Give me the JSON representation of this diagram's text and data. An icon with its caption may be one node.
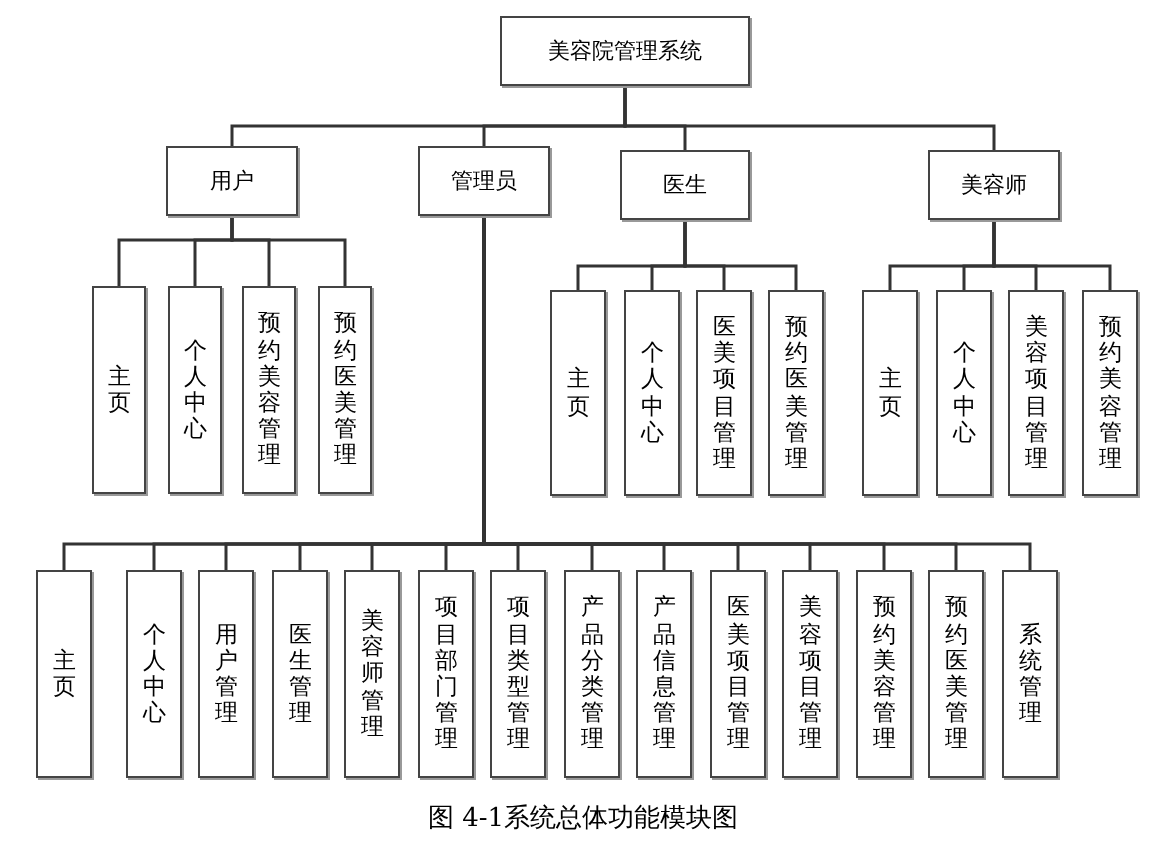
{
  "diagram": {
    "caption": "图 4-1系统总体功能模块图",
    "nodes": [
      {
        "text": [
          "美容院管理系统"
        ]
      },
      {
        "text": [
          "用户"
        ]
      },
      {
        "text": [
          "管理员"
        ]
      },
      {
        "text": [
          "医生"
        ]
      },
      {
        "text": [
          "美容师"
        ]
      },
      {
        "text": [
          "主页"
        ]
      },
      {
        "text": [
          "个人中心"
        ]
      },
      {
        "text": [
          "预约美容管理"
        ]
      },
      {
        "text": [
          "预约医美管理"
        ]
      },
      {
        "text": [
          "主页"
        ]
      },
      {
        "text": [
          "个人中心"
        ]
      },
      {
        "text": [
          "医美项目管理"
        ]
      },
      {
        "text": [
          "预约医美管理"
        ]
      },
      {
        "text": [
          "主页"
        ]
      },
      {
        "text": [
          "个人中心"
        ]
      },
      {
        "text": [
          "美容项目管理"
        ]
      },
      {
        "text": [
          "预约美容管理"
        ]
      },
      {
        "text": [
          "主页"
        ]
      },
      {
        "text": [
          "个人中心"
        ]
      },
      {
        "text": [
          "用户管理"
        ]
      },
      {
        "text": [
          "医生管理"
        ]
      },
      {
        "text": [
          "美容师管理"
        ]
      },
      {
        "text": [
          "项目部门管理"
        ]
      },
      {
        "text": [
          "项目类型管理"
        ]
      },
      {
        "text": [
          "产品分类管理"
        ]
      },
      {
        "text": [
          "产品信息管理"
        ]
      },
      {
        "text": [
          "医美项目管理"
        ]
      },
      {
        "text": [
          "美容项目管理"
        ]
      },
      {
        "text": [
          "预约美容管理"
        ]
      },
      {
        "text": [
          "预约医美管理"
        ]
      },
      {
        "text": [
          "系统管理"
        ]
      }
    ],
    "edges": [
      {
        "from": 0,
        "to": 1,
        "arrow": "none"
      },
      {
        "from": 0,
        "to": 2,
        "arrow": "none"
      },
      {
        "from": 0,
        "to": 3,
        "arrow": "none"
      },
      {
        "from": 0,
        "to": 4,
        "arrow": "none"
      },
      {
        "from": 1,
        "to": 5,
        "arrow": "none"
      },
      {
        "from": 1,
        "to": 6,
        "arrow": "none"
      },
      {
        "from": 1,
        "to": 7,
        "arrow": "none"
      },
      {
        "from": 1,
        "to": 8,
        "arrow": "none"
      },
      {
        "from": 3,
        "to": 9,
        "arrow": "none"
      },
      {
        "from": 3,
        "to": 10,
        "arrow": "none"
      },
      {
        "from": 3,
        "to": 11,
        "arrow": "none"
      },
      {
        "from": 3,
        "to": 12,
        "arrow": "none"
      },
      {
        "from": 4,
        "to": 13,
        "arrow": "none"
      },
      {
        "from": 4,
        "to": 14,
        "arrow": "none"
      },
      {
        "from": 4,
        "to": 15,
        "arrow": "none"
      },
      {
        "from": 4,
        "to": 16,
        "arrow": "none"
      },
      {
        "from": 2,
        "to": 17,
        "arrow": "none"
      },
      {
        "from": 2,
        "to": 18,
        "arrow": "none"
      },
      {
        "from": 2,
        "to": 19,
        "arrow": "none"
      },
      {
        "from": 2,
        "to": 20,
        "arrow": "none"
      },
      {
        "from": 2,
        "to": 21,
        "arrow": "none"
      },
      {
        "from": 2,
        "to": 22,
        "arrow": "none"
      },
      {
        "from": 2,
        "to": 23,
        "arrow": "none"
      },
      {
        "from": 2,
        "to": 24,
        "arrow": "none"
      },
      {
        "from": 2,
        "to": 25,
        "arrow": "none"
      },
      {
        "from": 2,
        "to": 26,
        "arrow": "none"
      },
      {
        "from": 2,
        "to": 27,
        "arrow": "none"
      },
      {
        "from": 2,
        "to": 28,
        "arrow": "none"
      },
      {
        "from": 2,
        "to": 29,
        "arrow": "none"
      },
      {
        "from": 2,
        "to": 30,
        "arrow": "none"
      }
    ]
  }
}
